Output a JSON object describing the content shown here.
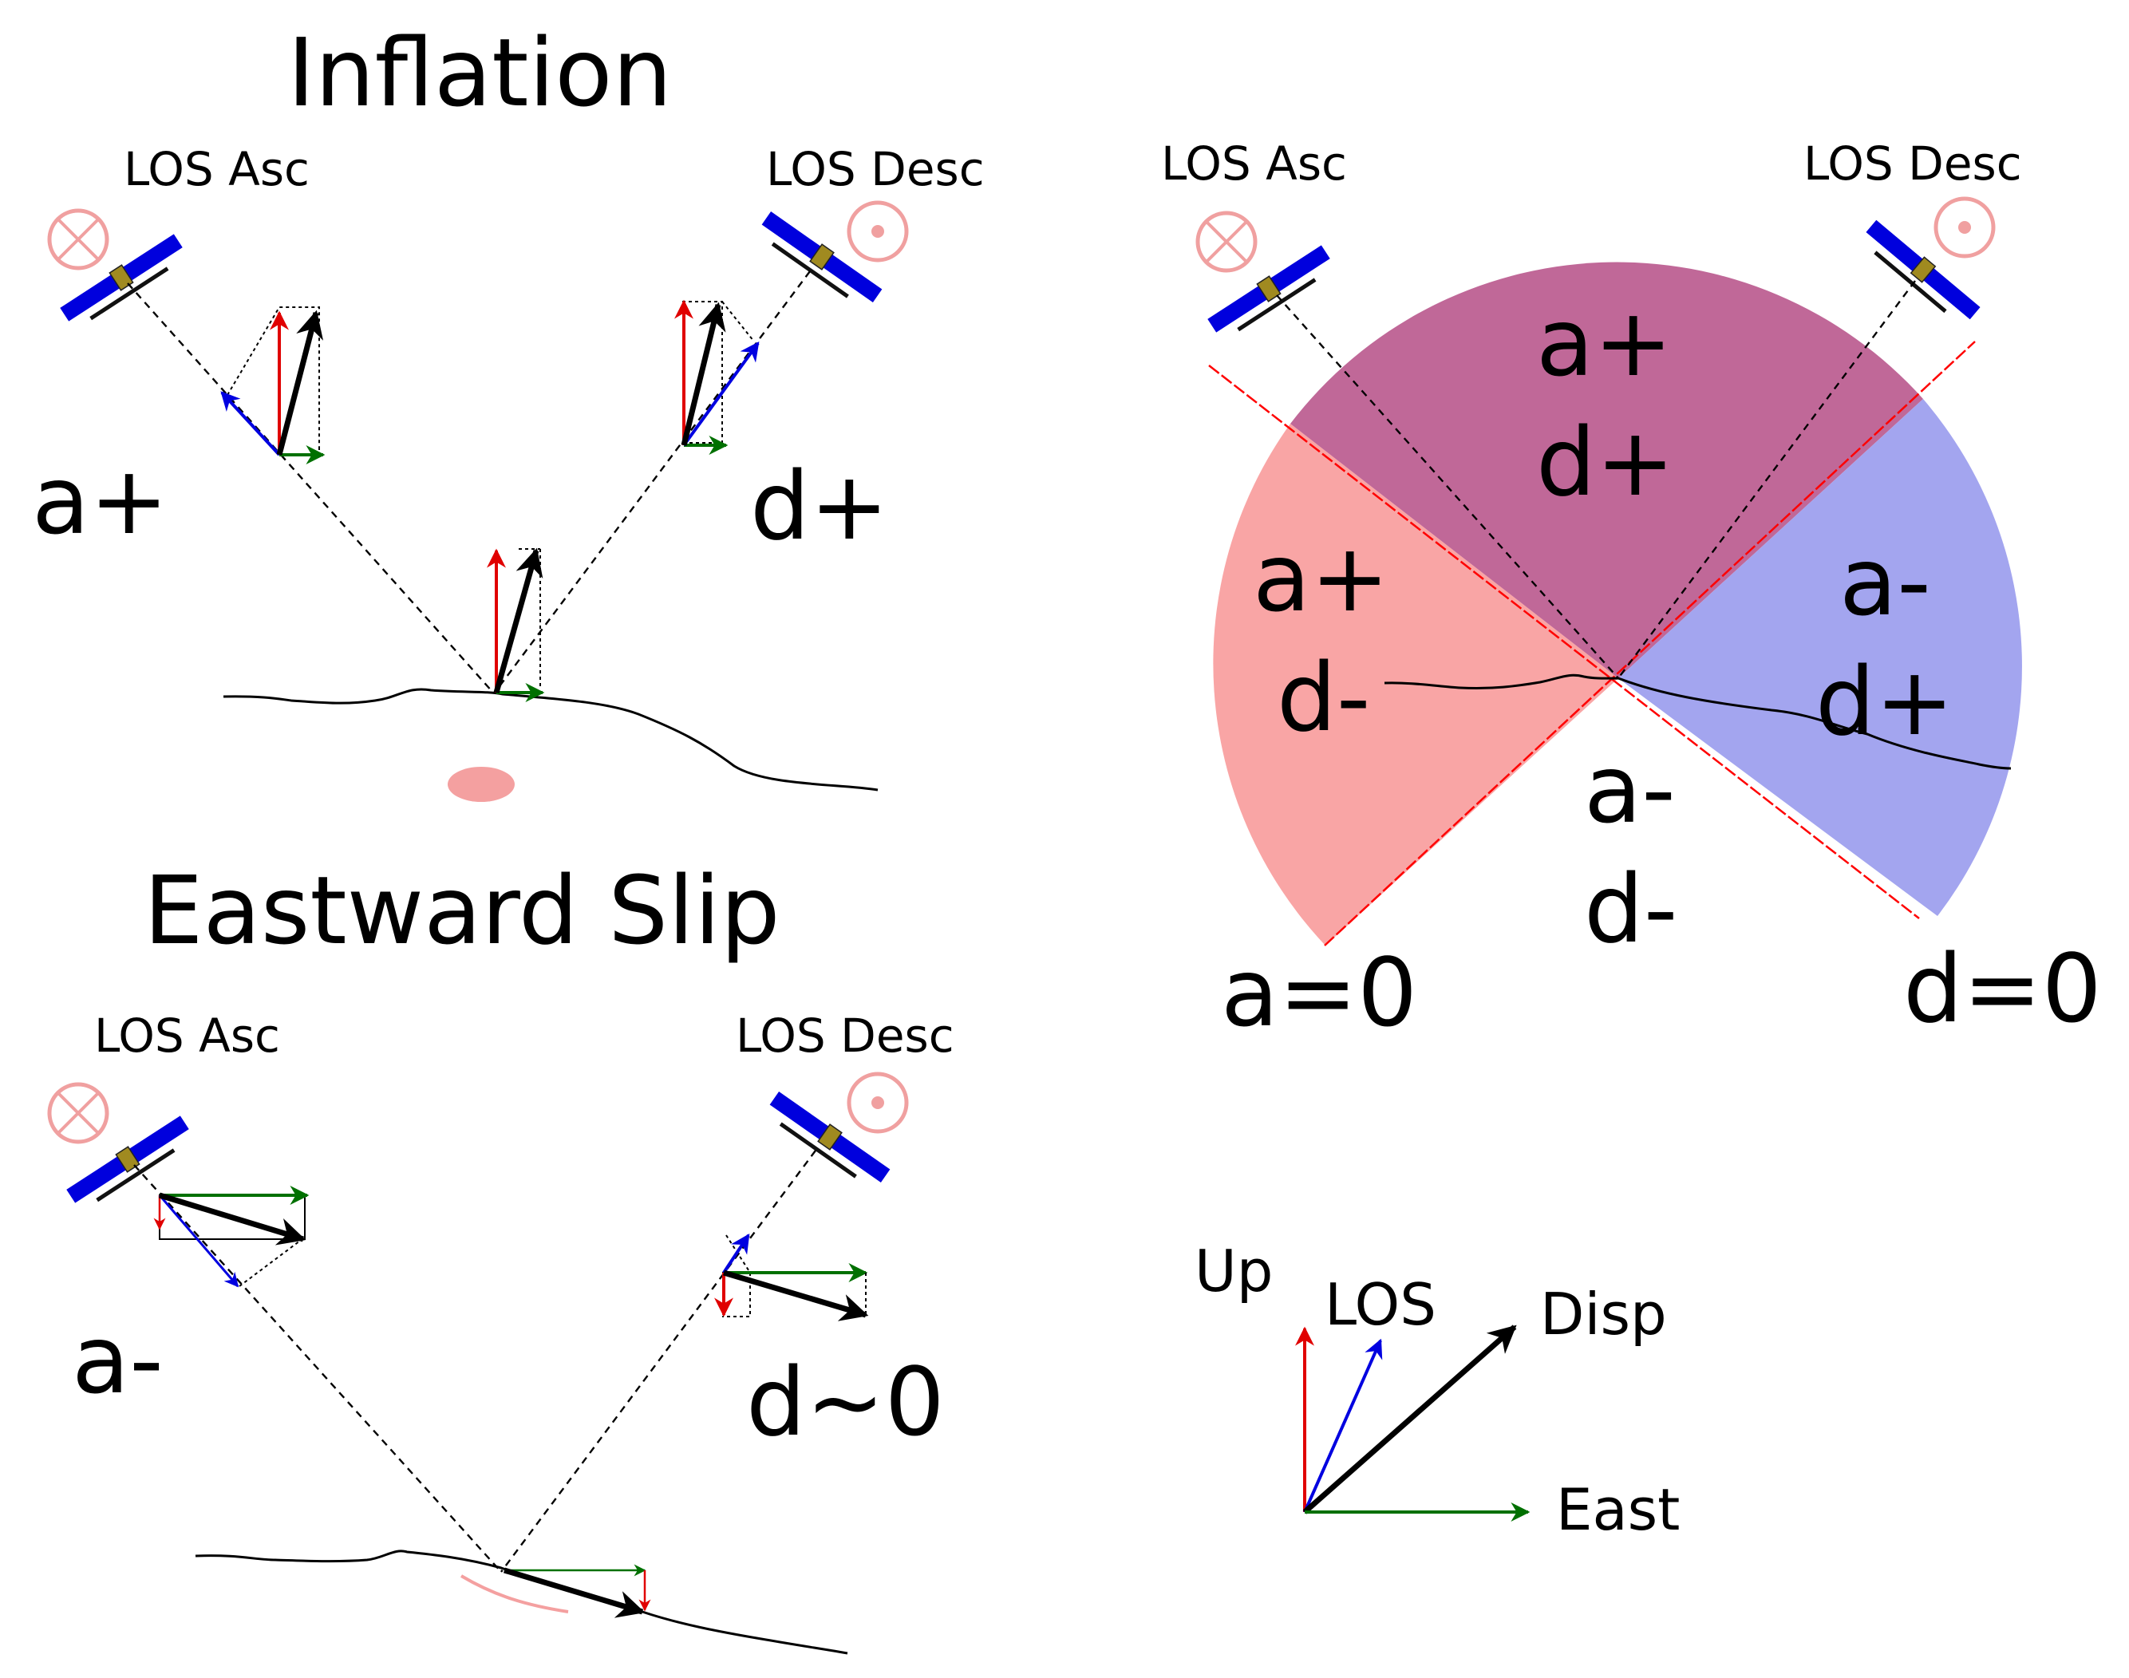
{
  "titles": {
    "inflation": "Inflation",
    "eastward_slip": "Eastward Slip"
  },
  "satellites": {
    "asc_label": "LOS Asc",
    "desc_label": "LOS Desc"
  },
  "inflation_panel": {
    "asc_sign": "a+",
    "desc_sign": "d+"
  },
  "slip_panel": {
    "asc_sign": "a-",
    "desc_sign": "d~0"
  },
  "sector_panel": {
    "top": {
      "line1": "a+",
      "line2": "d+"
    },
    "left": {
      "line1": "a+",
      "line2": "d-"
    },
    "right": {
      "line1": "a-",
      "line2": "d+"
    },
    "bottom": {
      "line1": "a-",
      "line2": "d-"
    },
    "zero_asc": "a=0",
    "zero_desc": "d=0"
  },
  "legend": {
    "up": "Up",
    "los": "LOS",
    "disp": "Disp",
    "east": "East"
  },
  "colors": {
    "up": "#e00000",
    "los": "#0000e0",
    "east": "#007000",
    "disp": "#000000",
    "satellite_panel": "#0000dd",
    "satellite_body": "#a08a20",
    "orbit_symbol": "#f0a0a0",
    "source_ellipse": "#f4a0a0",
    "sector_top": "#c06898",
    "sector_left": "#f9a5a5",
    "sector_right": "#a3a5ef",
    "zero_line": "#ff0000"
  }
}
